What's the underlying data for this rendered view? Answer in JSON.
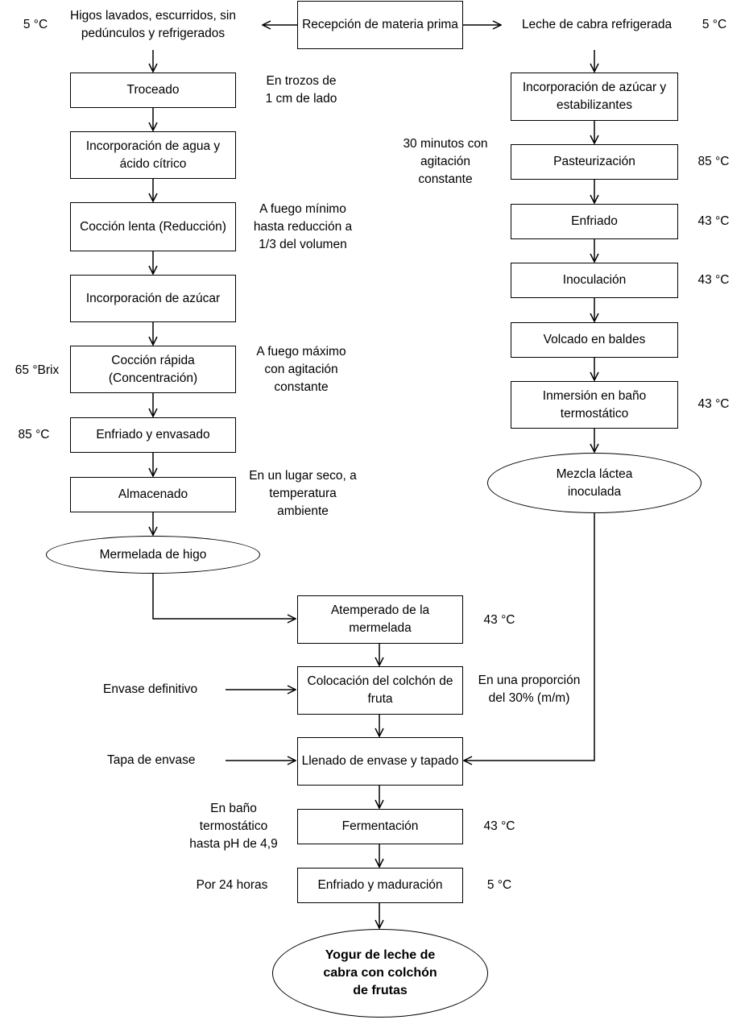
{
  "nodes": {
    "recepcion": "Recepción de materia prima",
    "higos": "Higos lavados, escurridos, sin pedúnculos y refrigerados",
    "leche": "Leche de cabra refrigerada",
    "troceado": "Troceado",
    "agua_acido": "Incorporación de agua y ácido cítrico",
    "coccion_lenta": "Cocción lenta (Reducción)",
    "incorp_azucar_izq": "Incorporación de azúcar",
    "coccion_rapida": "Cocción rápida (Concentración)",
    "enfriado_envasado": "Enfriado y envasado",
    "almacenado": "Almacenado",
    "mermelada_higo": "Mermelada de higo",
    "incorp_azucar_der": "Incorporación de azúcar y estabilizantes",
    "pasteurizacion": "Pasteurización",
    "enfriado_der": "Enfriado",
    "inoculacion": "Inoculación",
    "volcado": "Volcado en baldes",
    "inmersion": "Inmersión en baño termostático",
    "mezcla": "Mezcla láctea inoculada",
    "atemperado": "Atemperado de la mermelada",
    "colocacion": "Colocación del colchón de fruta",
    "llenado": "Llenado de envase y tapado",
    "fermentacion": "Fermentación",
    "enfriado_maduracion": "Enfriado y maduración",
    "yogur": "Yogur de leche de cabra con colchón de frutas"
  },
  "notes": {
    "higos_temp": "5 °C",
    "leche_temp": "5 °C",
    "troceado": "En trozos de\n1 cm de lado",
    "coccion_lenta": "A fuego mínimo\nhasta reducción a\n1/3 del volumen",
    "coccion_rapida_brix": "65 °Brix",
    "coccion_rapida": "A fuego máximo\ncon agitación\nconstante",
    "enfriado_envasado_temp": "85 °C",
    "almacenado": "En un lugar seco, a\ntemperatura\nambiente",
    "pasteurizacion_time": "30 minutos con\nagitación\nconstante",
    "pasteurizacion_temp": "85 °C",
    "enfriado_temp": "43 °C",
    "inoculacion_temp": "43 °C",
    "inmersion_temp": "43 °C",
    "atemperado_temp": "43 °C",
    "envase_definitivo": "Envase definitivo",
    "proporcion": "En una proporción\ndel 30% (m/m)",
    "tapa_envase": "Tapa de envase",
    "fermentacion_cond": "En baño\ntermostático\nhasta pH de 4,9",
    "fermentacion_temp": "43 °C",
    "maduracion_time": "Por 24 horas",
    "maduracion_temp": "5 °C"
  }
}
